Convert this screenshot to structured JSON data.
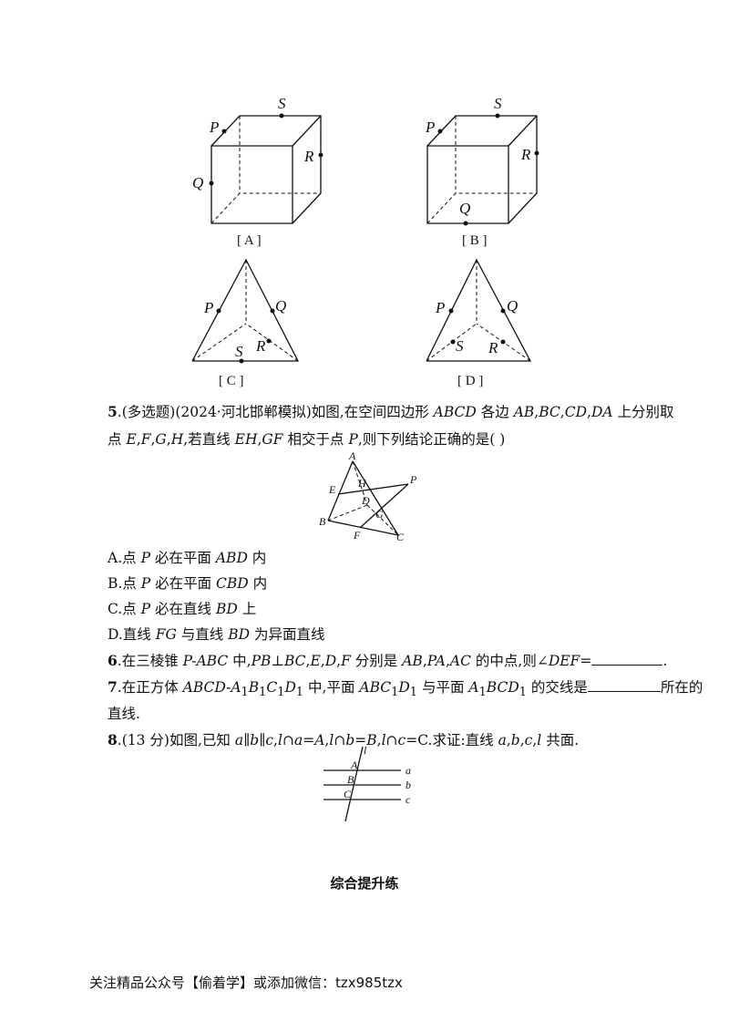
{
  "figures": {
    "captions": {
      "a": "[ A ]",
      "b": "[ B ]",
      "c": "[ C ]",
      "d": "[ D ]"
    },
    "points": {
      "P": "P",
      "Q": "Q",
      "R": "R",
      "S": "S"
    },
    "quad": {
      "A": "A",
      "B": "B",
      "C": "C",
      "D": "D",
      "E": "E",
      "F": "F",
      "G": "G",
      "H": "H",
      "P": "P"
    },
    "parallel": {
      "l": "l",
      "a": "a",
      "b": "b",
      "c": "c",
      "A": "A",
      "B": "B",
      "C": "C"
    }
  },
  "q5": {
    "num": "5",
    "line1_pre": ".(多选题)(2024·河北邯郸模拟)如图,在空间四边形 ",
    "line1_it1": "ABCD",
    "line1_mid": " 各边 ",
    "line1_it2": "AB",
    "line1_c1": ",",
    "line1_it3": "BC",
    "line1_c2": ",",
    "line1_it4": "CD",
    "line1_c3": ",",
    "line1_it5": "DA",
    "line1_end": " 上分别取",
    "line2_pre": "点 ",
    "line2_it1": "E",
    "line2_c1": ",",
    "line2_it2": "F",
    "line2_c2": ",",
    "line2_it3": "G",
    "line2_c3": ",",
    "line2_it4": "H",
    "line2_mid": ",若直线 ",
    "line2_it5": "EH",
    "line2_c4": ",",
    "line2_it6": "GF",
    "line2_mid2": " 相交于点 ",
    "line2_it7": "P",
    "line2_end": ",则下列结论正确的是(        )",
    "optA_pre": "A.点 ",
    "optA_it1": "P",
    "optA_mid": " 必在平面 ",
    "optA_it2": "ABD",
    "optA_end": " 内",
    "optB_pre": "B.点 ",
    "optB_it1": "P",
    "optB_mid": " 必在平面 ",
    "optB_it2": "CBD",
    "optB_end": " 内",
    "optC_pre": "C.点 ",
    "optC_it1": "P",
    "optC_mid": " 必在直线 ",
    "optC_it2": "BD",
    "optC_end": " 上",
    "optD_pre": "D.直线 ",
    "optD_it1": "FG",
    "optD_mid": " 与直线 ",
    "optD_it2": "BD",
    "optD_end": " 为异面直线"
  },
  "q6": {
    "num": "6",
    "pre": ".在三棱锥 ",
    "it1": "P-ABC",
    "mid1": " 中,",
    "it2": "PB",
    "perp": "⊥",
    "it3": "BC",
    "c1": ",",
    "it4": "E",
    "c2": ",",
    "it5": "D",
    "c3": ",",
    "it6": "F",
    "mid2": " 分别是 ",
    "it7": "AB",
    "c4": ",",
    "it8": "PA",
    "c5": ",",
    "it9": "AC",
    "mid3": " 的中点,则∠",
    "it10": "DEF",
    "eq": "=",
    "end": "."
  },
  "q7": {
    "num": "7",
    "pre": ".在正方体 ",
    "it1": "ABCD-A",
    "s1": "1",
    "it2": "B",
    "s2": "1",
    "it3": "C",
    "s3": "1",
    "it4": "D",
    "s4": "1",
    "mid1": " 中,平面 ",
    "it5": "ABC",
    "s5": "1",
    "it6": "D",
    "s6": "1",
    "mid2": " 与平面 ",
    "it7": "A",
    "s7": "1",
    "it8": "BCD",
    "s8": "1",
    "mid3": " 的交线是",
    "end": "所在的",
    "line2": "直线."
  },
  "q8": {
    "num": "8",
    "pre": ".(13 分)如图,已知 ",
    "it1": "a",
    "par1": "∥",
    "it2": "b",
    "par2": "∥",
    "it3": "c",
    "c1": ",",
    "it4": "l",
    "m1": "∩",
    "it5": "a",
    "m2": "=",
    "it6": "A",
    "c2": ",",
    "it7": "l",
    "m3": "∩",
    "it8": "b",
    "m4": "=",
    "it9": "B",
    "c3": ",",
    "it10": "l",
    "m5": "∩",
    "it11": "c",
    "m6": "=C.求证:直线 ",
    "it12": "a",
    "c4": ",",
    "it13": "b",
    "c5": ",",
    "it14": "c",
    "c6": ",",
    "it15": "l",
    "end": " 共面."
  },
  "section_title": "综合提升练",
  "footer": "关注精品公众号【偷着学】或添加微信：tzx985tzx"
}
